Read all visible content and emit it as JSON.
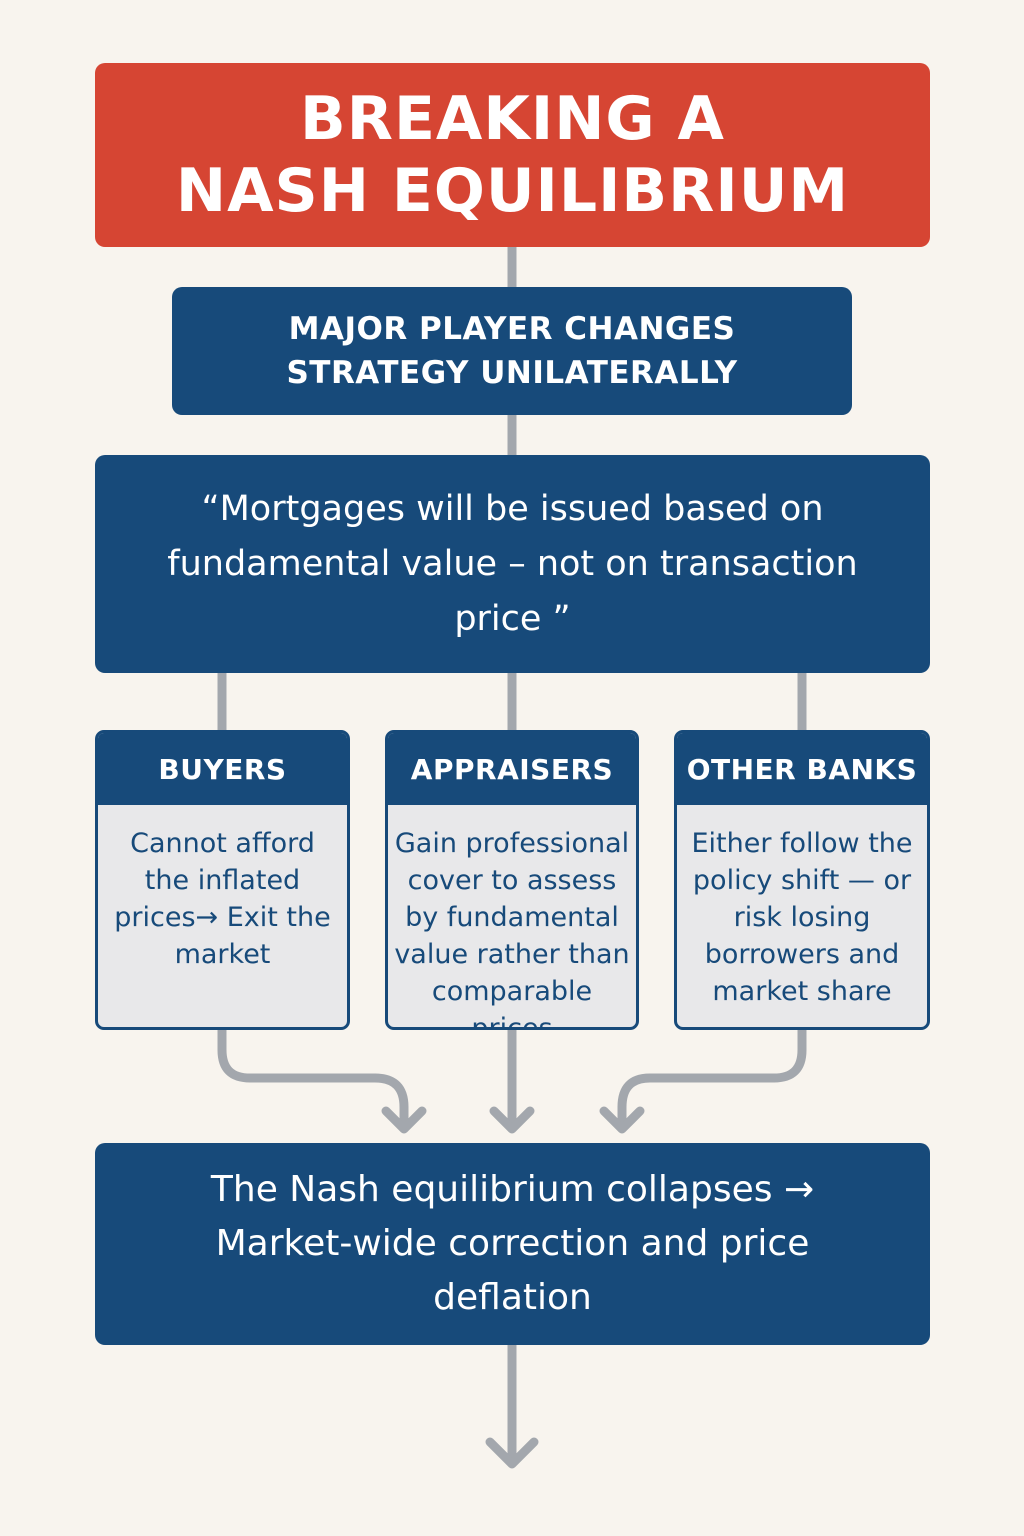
{
  "title": {
    "line1": "BREAKING A",
    "line2": "NASH EQUILIBRIUM"
  },
  "trigger": {
    "line1": "MAJOR PLAYER CHANGES",
    "line2": "STRATEGY UNILATERALLY"
  },
  "policy_quote": "“Mortgages will be issued based on fundamental value – not on transaction price ”",
  "stakeholders": [
    {
      "heading": "BUYERS",
      "text": "Cannot afford the inflated prices→ Exit the market"
    },
    {
      "heading": "APPRAISERS",
      "text": "Gain professional cover to assess by fundamental value rather than comparable prices"
    },
    {
      "heading": "OTHER BANKS",
      "text": "Either follow the policy shift — or risk losing borrowers and market share"
    }
  ],
  "outcome": "The Nash equilibrium collapses → Market-wide correction and price deflation",
  "colors": {
    "background": "#f8f4ee",
    "title_red": "#d64533",
    "navy": "#174a7a",
    "panel_gray": "#e8e8ea",
    "connector_gray": "#a3a7ad"
  }
}
